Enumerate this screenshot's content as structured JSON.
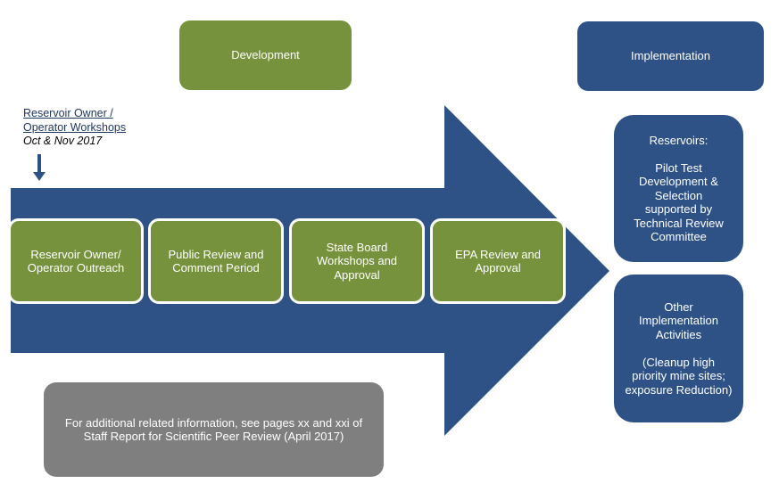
{
  "phases": {
    "development": "Development",
    "implementation": "Implementation"
  },
  "workshop": {
    "title": "Reservoir Owner /\nOperator Workshops",
    "date": "Oct & Nov  2017"
  },
  "steps": [
    "Reservoir Owner/\nOperator Outreach",
    "Public Review and\nComment Period",
    "State Board\nWorkshops and\nApproval",
    "EPA Review and\nApproval"
  ],
  "implementation_boxes": [
    "Reservoirs:\n\nPilot Test\nDevelopment &\nSelection\nsupported by\nTechnical Review\nCommittee",
    "Other\nImplementation\nActivities\n\n(Cleanup high\npriority mine sites;\nexposure Reduction)"
  ],
  "note": "For additional related information, see pages xx and xxi of\nStaff Report for Scientific Peer Review (April 2017)",
  "colors": {
    "green": "#76923c",
    "navy": "#2f5286",
    "gray": "#7f7f7f",
    "link": "#1f3864"
  }
}
